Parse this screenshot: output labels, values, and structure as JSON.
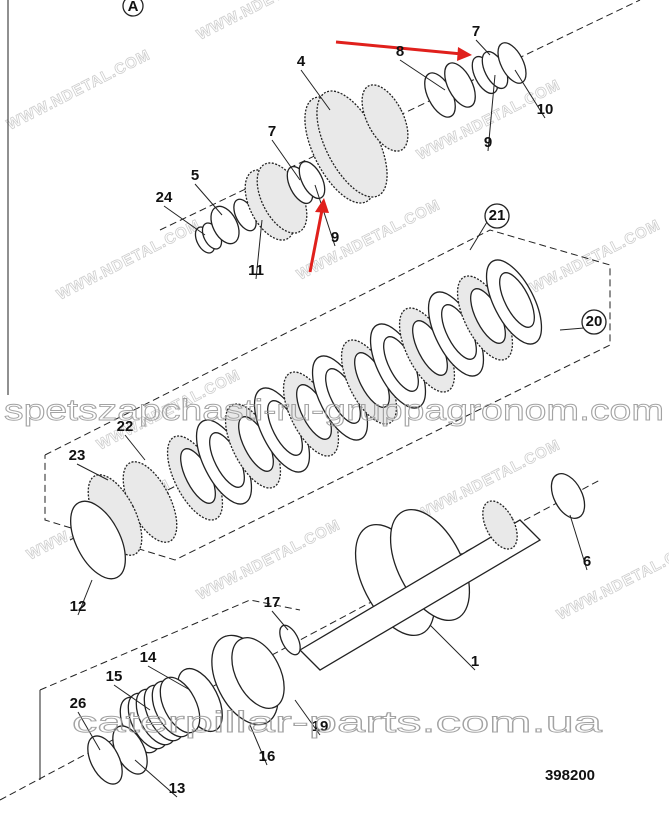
{
  "diagram": {
    "view_marker": "A",
    "drawing_number": "398200",
    "callouts": [
      {
        "id": "7a",
        "text": "7"
      },
      {
        "id": "8",
        "text": "8"
      },
      {
        "id": "4",
        "text": "4"
      },
      {
        "id": "10",
        "text": "10"
      },
      {
        "id": "9a",
        "text": "9"
      },
      {
        "id": "7b",
        "text": "7"
      },
      {
        "id": "5",
        "text": "5"
      },
      {
        "id": "24",
        "text": "24"
      },
      {
        "id": "9b",
        "text": "9"
      },
      {
        "id": "11",
        "text": "11"
      },
      {
        "id": "21",
        "text": "21"
      },
      {
        "id": "20",
        "text": "20"
      },
      {
        "id": "22",
        "text": "22"
      },
      {
        "id": "23",
        "text": "23"
      },
      {
        "id": "12",
        "text": "12"
      },
      {
        "id": "6",
        "text": "6"
      },
      {
        "id": "17",
        "text": "17"
      },
      {
        "id": "1",
        "text": "1"
      },
      {
        "id": "14",
        "text": "14"
      },
      {
        "id": "15",
        "text": "15"
      },
      {
        "id": "26",
        "text": "26"
      },
      {
        "id": "16",
        "text": "16"
      },
      {
        "id": "19",
        "text": "19"
      },
      {
        "id": "13",
        "text": "13"
      }
    ],
    "highlight_color": "#e0201c"
  },
  "watermarks": {
    "site_pattern": "WWW.NDETAL.COM",
    "overlay_1": "spetszapchasti-ru-gruppagronom.com",
    "overlay_2": "caterpillar-parts.com.ua"
  }
}
